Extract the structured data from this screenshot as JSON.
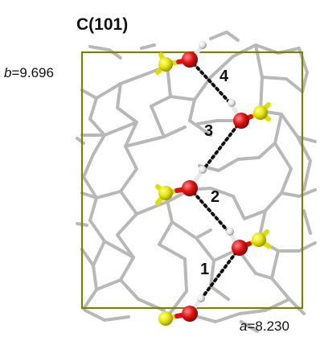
{
  "figure": {
    "title": "C(101)",
    "b_axis": {
      "symbol": "b",
      "value": "=9.696"
    },
    "a_axis": {
      "symbol": "a",
      "value": "=8.230"
    },
    "hbond_labels": [
      "1",
      "2",
      "3",
      "4"
    ],
    "colors": {
      "cell_box": "#808000",
      "framework": "#b8b8b8",
      "si_atom": "#e0e000",
      "o_atom": "#dd1111",
      "h_atom": "#e8e8e8",
      "hbond": "#111111"
    }
  }
}
